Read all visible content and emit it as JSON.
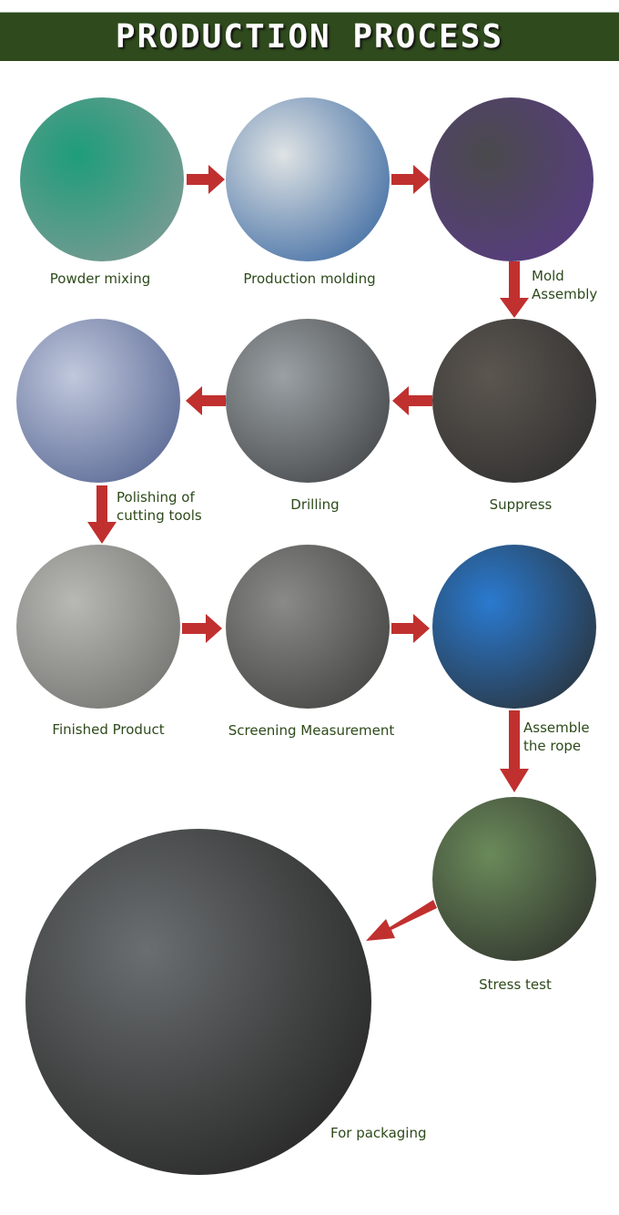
{
  "title": "PRODUCTION PROCESS",
  "steps": [
    {
      "label": "Powder mixing",
      "colors": [
        "#1e9d7a",
        "#8a9a98"
      ]
    },
    {
      "label": "Production molding",
      "colors": [
        "#dfe3e4",
        "#2a5c9a"
      ]
    },
    {
      "label": "Mold Assembly",
      "line1": "Mold",
      "line2": "Assembly",
      "colors": [
        "#4a4a4c",
        "#5a3a8a"
      ]
    },
    {
      "label": "Suppress",
      "colors": [
        "#5c5650",
        "#2b2b2b"
      ]
    },
    {
      "label": "Drilling",
      "colors": [
        "#9aa0a4",
        "#3a3c3e"
      ]
    },
    {
      "label": "Polishing of cutting tools",
      "line1": "Polishing of",
      "line2": "cutting tools",
      "colors": [
        "#c0c8dc",
        "#4a5a8a"
      ]
    },
    {
      "label": "Finished Product",
      "colors": [
        "#b8b8b4",
        "#6a6a66"
      ]
    },
    {
      "label": "Screening Measurement",
      "colors": [
        "#8a8a88",
        "#3a3a38"
      ]
    },
    {
      "label": "Assemble the rope",
      "line1": "Assemble",
      "line2": "the rope",
      "colors": [
        "#2a7ad0",
        "#2a2a28"
      ]
    },
    {
      "label": "Stress test",
      "colors": [
        "#6a8a5a",
        "#2a2a28"
      ]
    },
    {
      "label": "For packaging",
      "colors": [
        "#6a6e70",
        "#1a1a18"
      ]
    }
  ],
  "arrow_color": "#c0302f"
}
